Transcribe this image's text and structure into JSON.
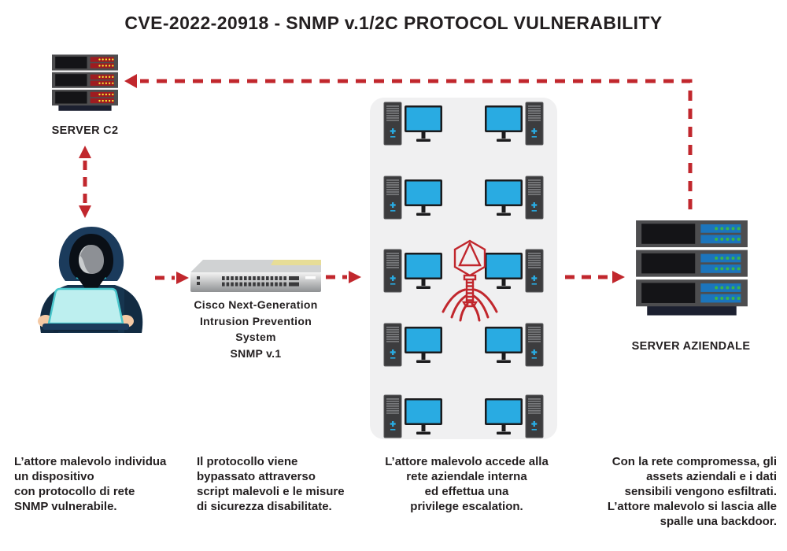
{
  "title": "CVE-2022-20918 - SNMP v.1/2C PROTOCOL VULNERABILITY",
  "nodes": {
    "server_c2": {
      "label": "SERVER C2"
    },
    "hacker": {
      "name": "threat-actor"
    },
    "ips": {
      "label_lines": [
        "Cisco Next-Generation",
        "Intrusion Prevention",
        "System",
        "SNMP v.1"
      ]
    },
    "network": {
      "workstation_count": 10,
      "infected": true
    },
    "server_aziendale": {
      "label": "SERVER AZIENDALE"
    }
  },
  "captions": {
    "step1": [
      "L’attore malevolo individua",
      "un dispositivo",
      "con protocollo di rete",
      "SNMP vulnerabile."
    ],
    "step2": [
      "Il protocollo viene",
      "bypassato attraverso",
      "script malevoli e le misure",
      "di sicurezza disabilitate."
    ],
    "step3": [
      "L’attore malevolo accede alla",
      "rete aziendale interna",
      "ed effettua una",
      "privilege escalation."
    ],
    "step4": [
      "Con la rete compromessa, gli",
      "assets aziendali e i dati",
      "sensibili vengono esfiltrati.",
      "L’attore malevolo si lascia alle",
      "spalle una backdoor."
    ]
  },
  "colors": {
    "arrow_red": "#C1272D",
    "virus_red": "#C1272D",
    "monitor_blue": "#29ABE2",
    "panel_gray": "#F0F0F1",
    "server_frame_gray": "#4D4D4F",
    "c2_bar_red": "#9E1C20",
    "c2_led_yellow": "#F9ED32",
    "az_bar_blue": "#1C75BC",
    "az_led_green": "#3BB54A",
    "text_dark": "#231F20"
  }
}
